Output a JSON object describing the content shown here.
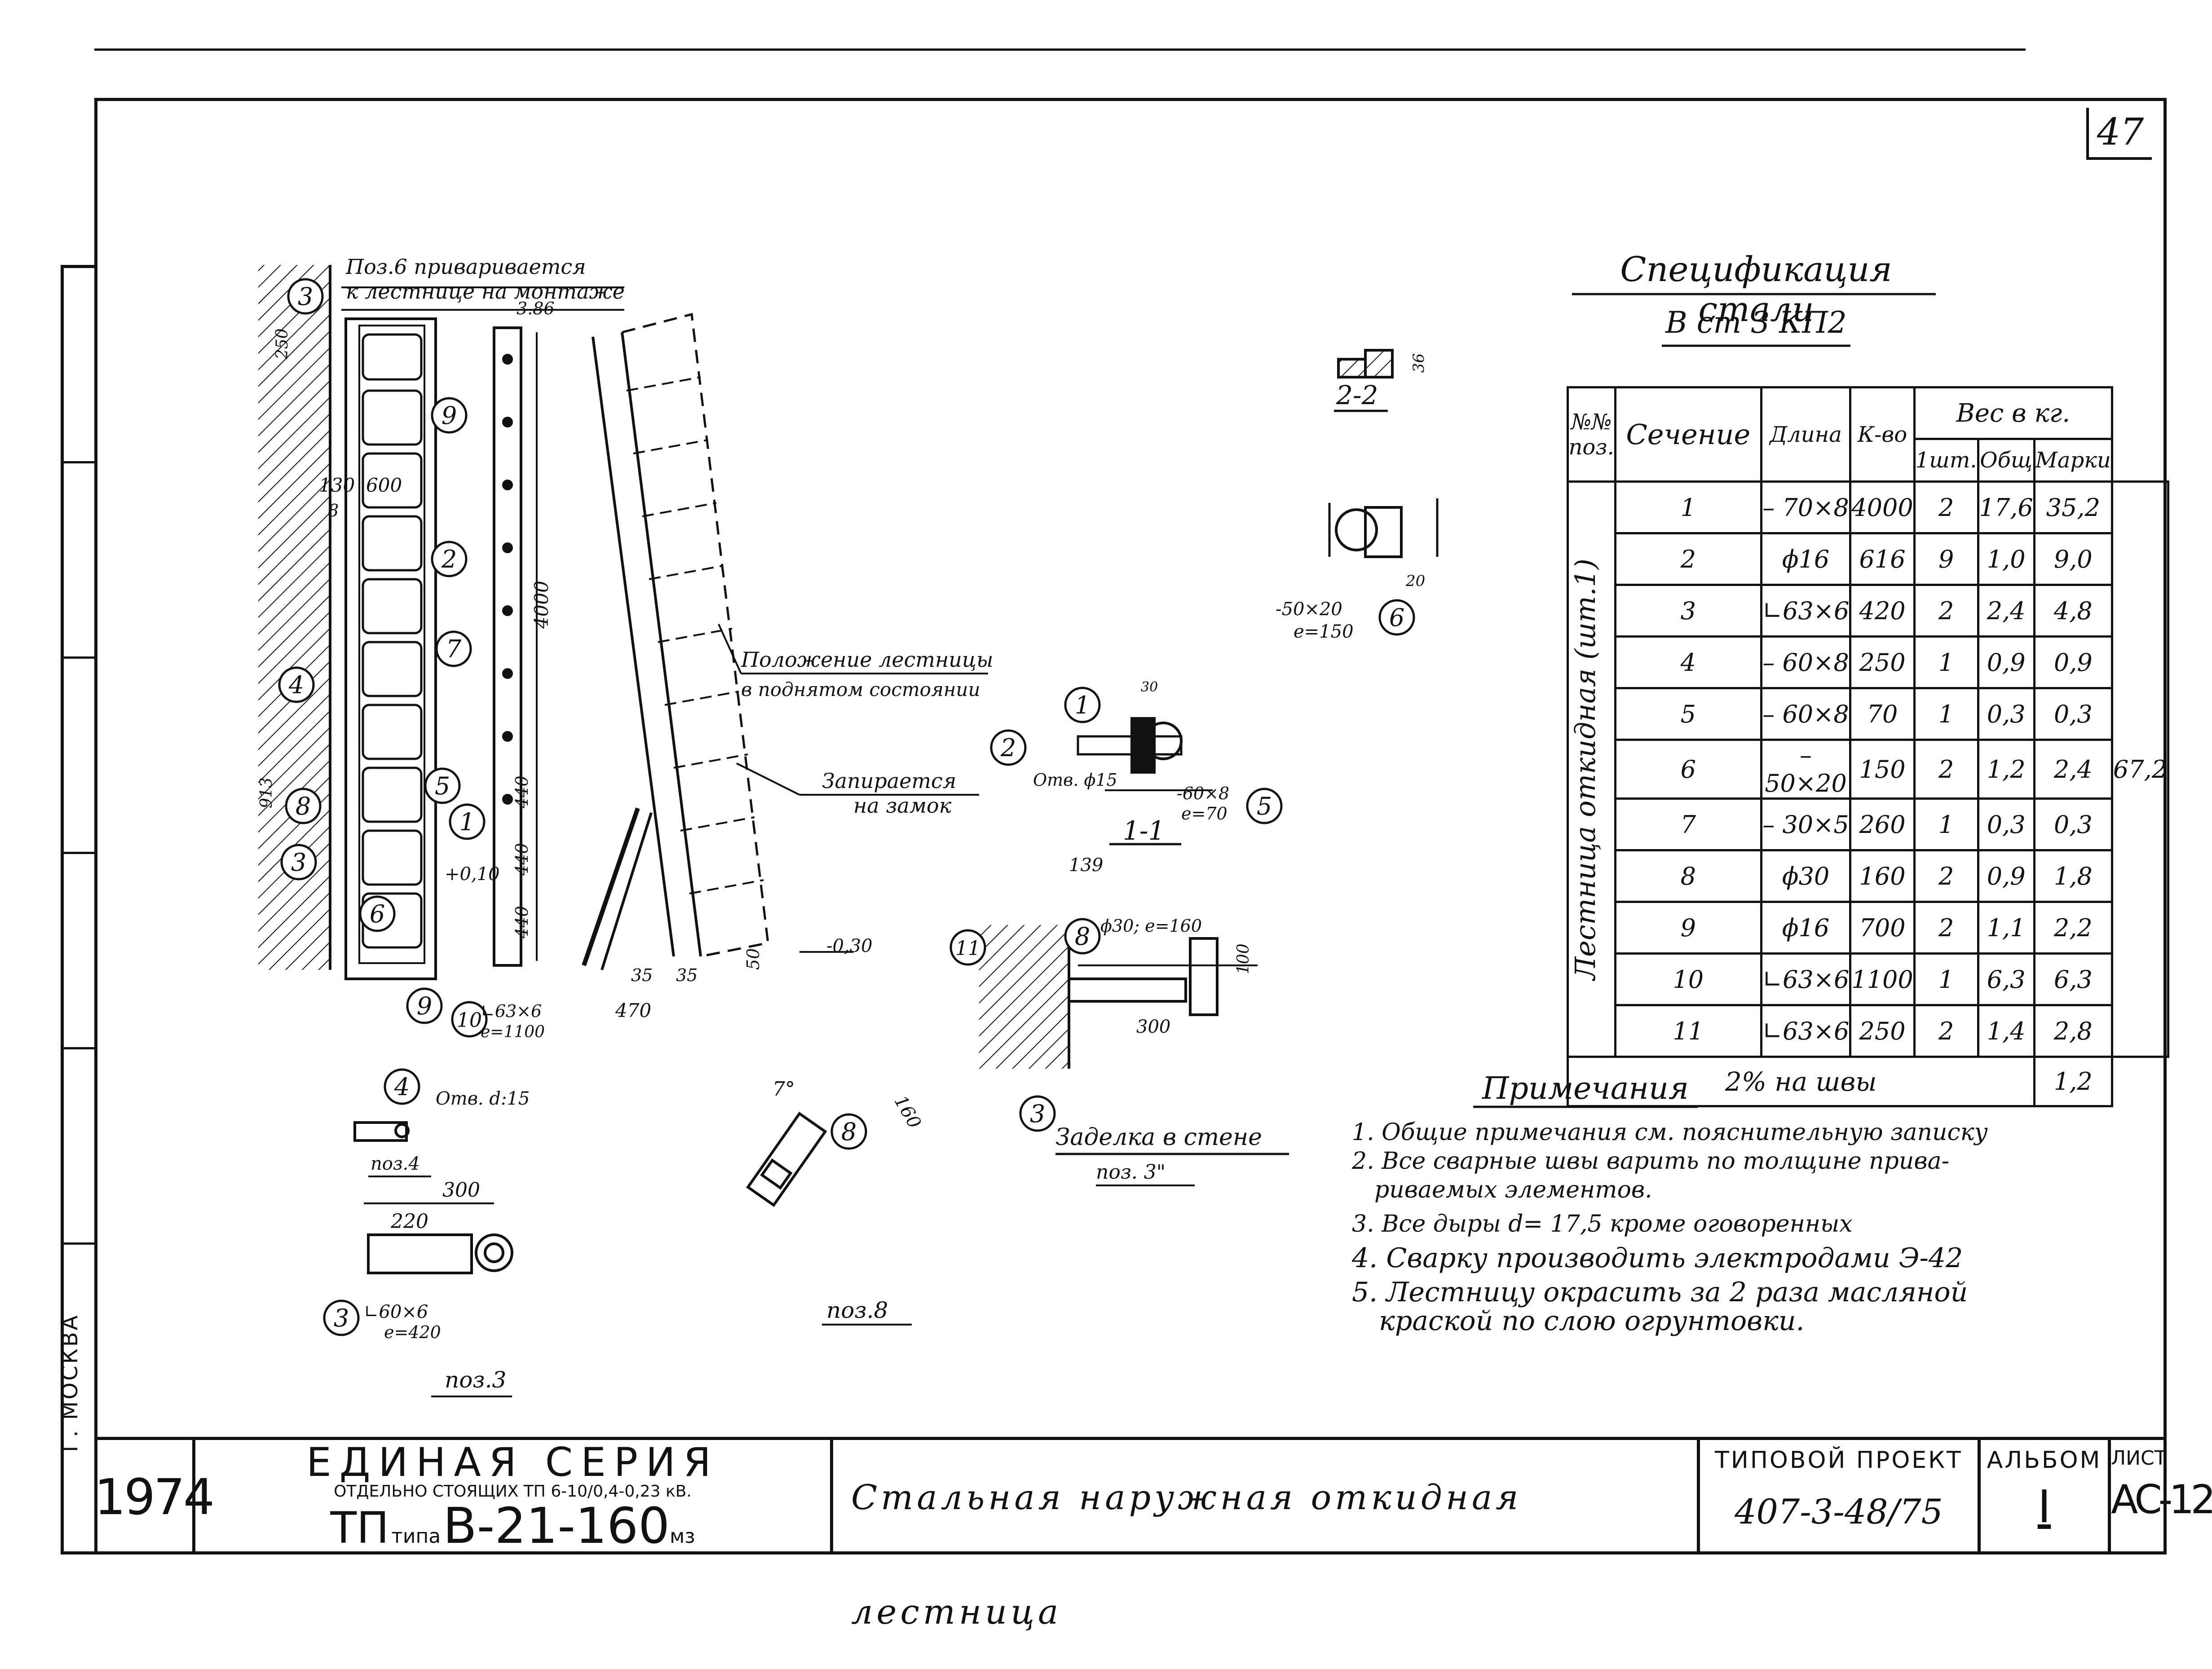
{
  "sheet": {
    "page_number": "47",
    "city": "Г. МОСКВА"
  },
  "spec": {
    "title": "Спецификация стали",
    "steel_grade": "В ст 3 КП2",
    "headers": {
      "num": "№№ поз.",
      "section": "Сечение",
      "length": "Длина",
      "qty": "К-во",
      "weight": "Вес в кг.",
      "w_one": "1шт.",
      "w_total": "Общ",
      "w_mark": "Марки"
    },
    "group_label": "Лестница откидная (шт.1)",
    "mark_total": "67,2",
    "rows": [
      {
        "pos": "1",
        "section": "– 70×8",
        "length": "4000",
        "qty": "2",
        "one": "17,6",
        "total": "35,2"
      },
      {
        "pos": "2",
        "section": "ϕ16",
        "length": "616",
        "qty": "9",
        "one": "1,0",
        "total": "9,0"
      },
      {
        "pos": "3",
        "section": "∟63×6",
        "length": "420",
        "qty": "2",
        "one": "2,4",
        "total": "4,8"
      },
      {
        "pos": "4",
        "section": "– 60×8",
        "length": "250",
        "qty": "1",
        "one": "0,9",
        "total": "0,9"
      },
      {
        "pos": "5",
        "section": "– 60×8",
        "length": "70",
        "qty": "1",
        "one": "0,3",
        "total": "0,3"
      },
      {
        "pos": "6",
        "section": "– 50×20",
        "length": "150",
        "qty": "2",
        "one": "1,2",
        "total": "2,4"
      },
      {
        "pos": "7",
        "section": "– 30×5",
        "length": "260",
        "qty": "1",
        "one": "0,3",
        "total": "0,3"
      },
      {
        "pos": "8",
        "section": "ϕ30",
        "length": "160",
        "qty": "2",
        "one": "0,9",
        "total": "1,8"
      },
      {
        "pos": "9",
        "section": "ϕ16",
        "length": "700",
        "qty": "2",
        "one": "1,1",
        "total": "2,2"
      },
      {
        "pos": "10",
        "section": "∟63×6",
        "length": "1100",
        "qty": "1",
        "one": "6,3",
        "total": "6,3"
      },
      {
        "pos": "11",
        "section": "∟63×6",
        "length": "250",
        "qty": "2",
        "one": "1,4",
        "total": "2,8"
      }
    ],
    "welds_label": "2% на швы",
    "welds_value": "1,2"
  },
  "notes": {
    "title": "Примечания",
    "items": [
      "1. Общие примечания см. пояснительную записку",
      "2. Все сварные швы варить по толщине прива-",
      "риваемых элементов.",
      "3. Все дыры d= 17,5 кроме оговоренных",
      "4. Сварку производить электродами Э-42",
      "5. Лестницу окрасить за 2 раза масляной",
      "краской по слою огрунтовки."
    ]
  },
  "drawing": {
    "weld_note_1": "Поз.6 приваривается",
    "weld_note_2": "к лестнице на монтаже",
    "raised_1": "Положение лестницы",
    "raised_2": "в поднятом состоянии",
    "locked_1": "Запирается",
    "locked_2": "на замок",
    "sec_11": "1-1",
    "sec_22": "2-2",
    "wall_1": "Заделка в стене",
    "wall_2": "поз. 3\"",
    "pos3": "поз.3",
    "pos4": "поз.4",
    "pos8": "поз.8",
    "hole15": "Отв. ϕ15",
    "hole_d15": "Отв. d:15",
    "dims": {
      "d386": "3.86",
      "d600": "600",
      "d130": "130",
      "d8": "8",
      "d4000": "4000",
      "d440": "440",
      "d010": "+0,10",
      "dm030": "-0,30",
      "d470": "470",
      "d35": "35",
      "d50": "50",
      "d913": "913",
      "d250": "250",
      "d300": "300",
      "d220": "220",
      "d139": "139",
      "d100": "100",
      "d160": "160",
      "d7": "7°",
      "d36": "36",
      "d20": "20",
      "d30": "30"
    },
    "labels": {
      "l10": "∟63×6",
      "l10e": "e=1100",
      "l6": "-50×20",
      "l6e": "e=150",
      "l5": "-60×8",
      "l5e": "e=70",
      "l3": "∟60×6",
      "l3e": "e=420",
      "l8": "ϕ30; e=160"
    },
    "markers": [
      "1",
      "2",
      "3",
      "4",
      "5",
      "6",
      "7",
      "8",
      "9",
      "10",
      "11"
    ]
  },
  "title_block": {
    "year": "1974",
    "series": "ЕДИНАЯ СЕРИЯ",
    "series_sub": "ОТДЕЛЬНО СТОЯЩИХ ТП 6-10/0,4-0,23 кВ.",
    "tp_prefix": "ТП",
    "tp_type": "типа",
    "tp_code": "В-21-160",
    "tp_suffix": "мз",
    "description": "Стальная наружная откидная лестница",
    "project_label": "ТИПОВОЙ ПРОЕКТ",
    "project_num": "407-3-48/75",
    "album_label": "АЛЬБОМ",
    "album_num": "I",
    "sheet_label": "ЛИСТ",
    "sheet_num": "АС-12"
  }
}
